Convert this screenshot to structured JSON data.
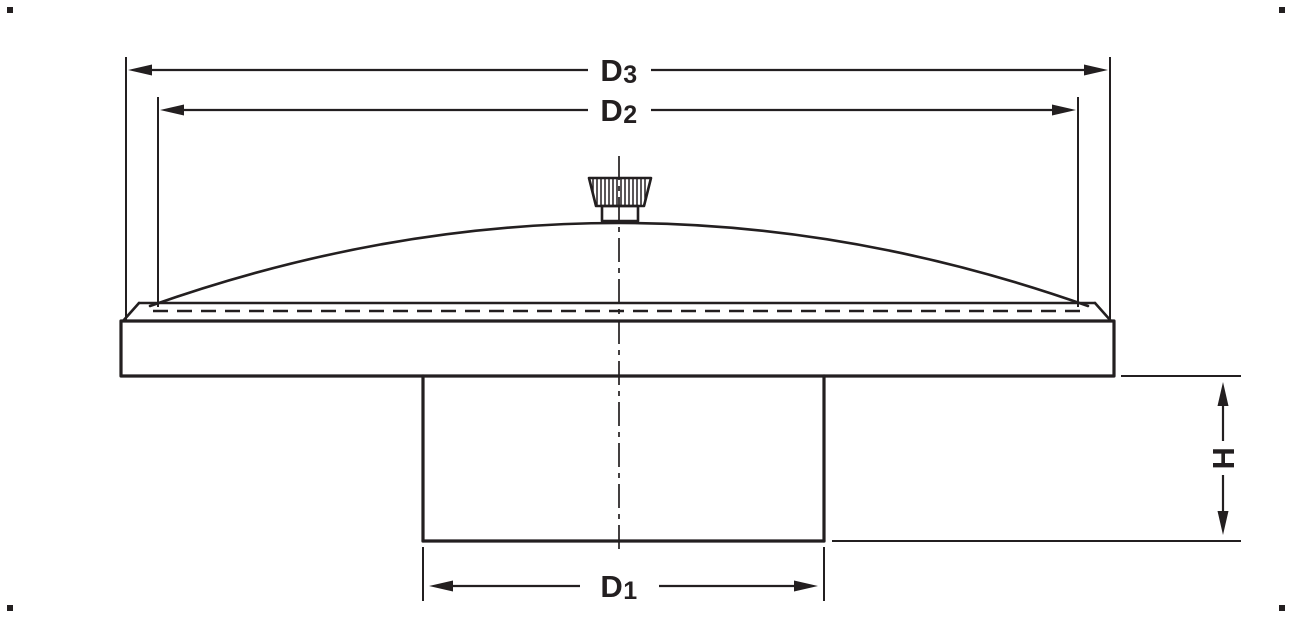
{
  "diagram": {
    "type": "technical-drawing",
    "subject": "vent-cap-cross-section",
    "colors": {
      "line": "#231f20",
      "background": "#ffffff"
    },
    "labels": {
      "d3": {
        "base": "D",
        "sub": "3"
      },
      "d2": {
        "base": "D",
        "sub": "2"
      },
      "d1": {
        "base": "D",
        "sub": "1"
      },
      "h": {
        "base": "H",
        "sub": ""
      }
    }
  }
}
